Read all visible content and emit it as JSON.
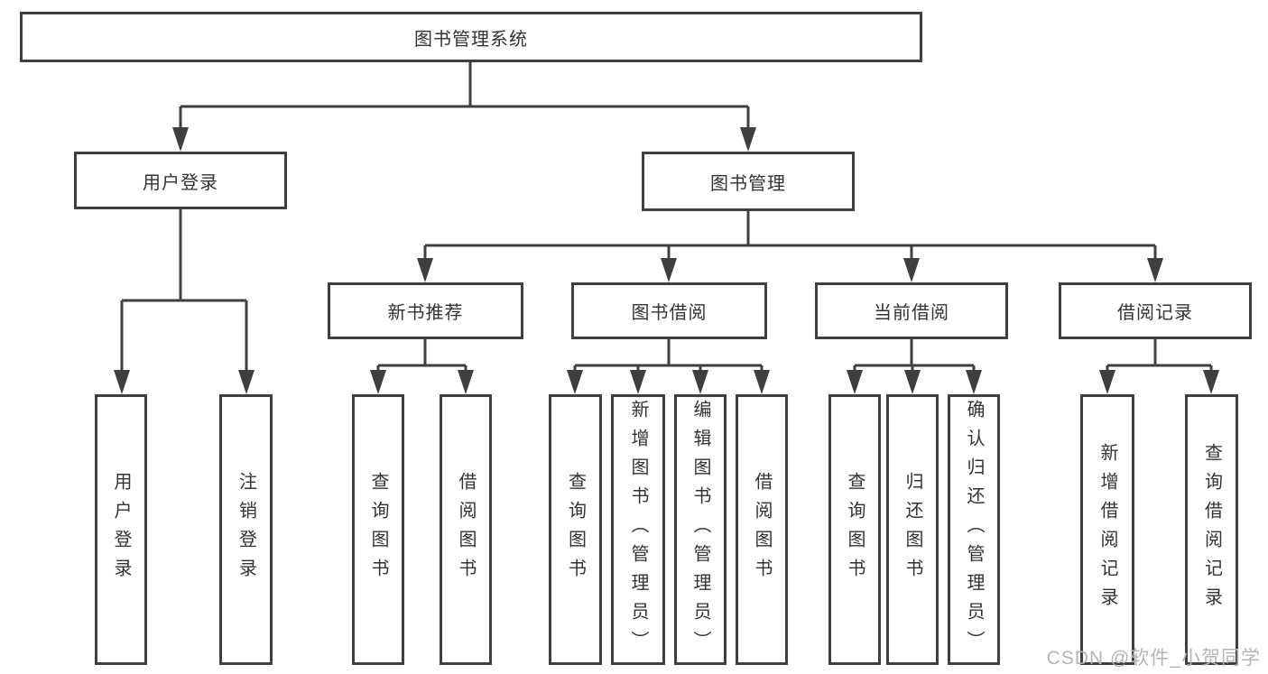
{
  "tree": {
    "root": {
      "label": "图书管理系统"
    },
    "branches": [
      {
        "label": "用户登录",
        "children": [
          {
            "label": "用户登录"
          },
          {
            "label": "注销登录"
          }
        ]
      },
      {
        "label": "图书管理",
        "children": [
          {
            "label": "新书推荐",
            "children": [
              {
                "label": "查询图书"
              },
              {
                "label": "借阅图书"
              }
            ]
          },
          {
            "label": "图书借阅",
            "children": [
              {
                "label": "查询图书"
              },
              {
                "label": "新增图书（管理员）"
              },
              {
                "label": "编辑图书（管理员）"
              },
              {
                "label": "借阅图书"
              }
            ]
          },
          {
            "label": "当前借阅",
            "children": [
              {
                "label": "查询图书"
              },
              {
                "label": "归还图书"
              },
              {
                "label": "确认归还（管理员）"
              }
            ]
          },
          {
            "label": "借阅记录",
            "children": [
              {
                "label": "新增借阅记录"
              },
              {
                "label": "查询借阅记录"
              }
            ]
          }
        ]
      }
    ]
  },
  "watermark": {
    "text": "CSDN @软件_小贺同学"
  },
  "colors": {
    "line": "#3f3f3f",
    "box_border": "#3f3f3f",
    "text": "#333333",
    "watermark": "#b5b5b5",
    "background": "#ffffff"
  }
}
